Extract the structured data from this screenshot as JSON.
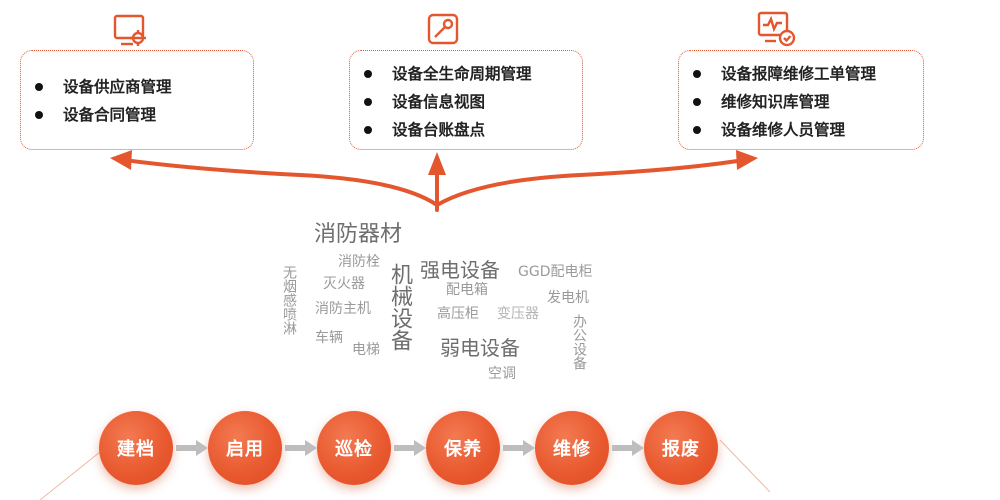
{
  "colors": {
    "accent": "#e4572e",
    "cloud_gray": "#9a9a9a",
    "cloud_dark": "#6e6e6e"
  },
  "modules": [
    {
      "icon": "settings-monitor-icon",
      "items": [
        "设备供应商管理",
        "设备合同管理"
      ]
    },
    {
      "icon": "repair-tool-icon",
      "items": [
        "设备全生命周期管理",
        "设备信息视图",
        "设备台账盘点"
      ]
    },
    {
      "icon": "monitor-check-icon",
      "items": [
        "设备报障维修工单管理",
        "维修知识库管理",
        "设备维修人员管理"
      ]
    }
  ],
  "word_cloud": {
    "xiaofang_qicai": "消防器材",
    "xiaofangshuan": "消防栓",
    "miehuoqi": "灭火器",
    "xiaofang_zhuji": "消防主机",
    "cheliang": "车辆",
    "dianti": "电梯",
    "wuyan": "无烟感喷淋",
    "jixie": "机械设备",
    "qiangdian": "强电设备",
    "ggd": "GGD配电柜",
    "peidianxiang": "配电箱",
    "fadianji": "发电机",
    "gaoyagui": "高压柜",
    "bianyaqi": "变压器",
    "bangong": "办公设备",
    "ruodian": "弱电设备",
    "kongtiao": "空调"
  },
  "lifecycle": [
    "建档",
    "启用",
    "巡检",
    "保养",
    "维修",
    "报废"
  ]
}
